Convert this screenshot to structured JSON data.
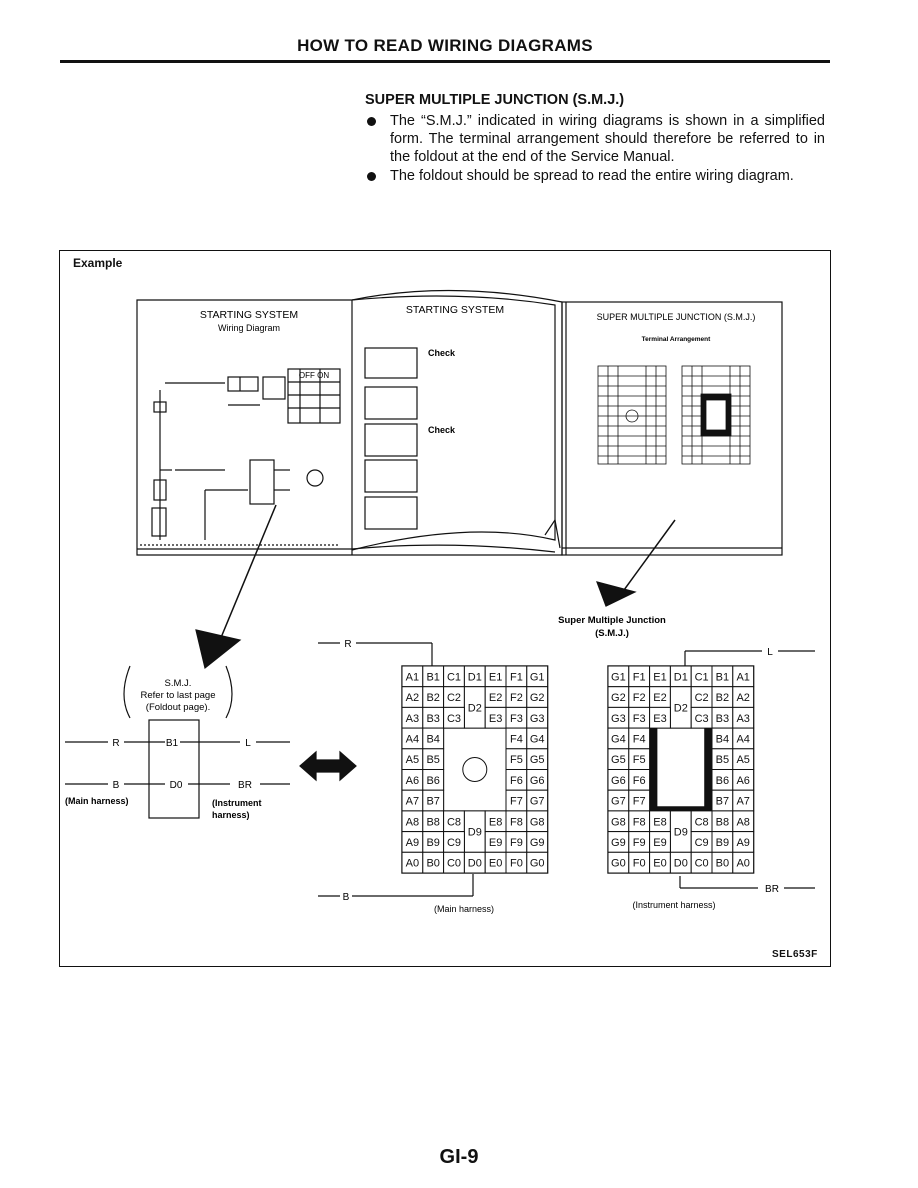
{
  "header": {
    "title": "HOW TO READ WIRING DIAGRAMS"
  },
  "section": {
    "title": "SUPER MULTIPLE JUNCTION (S.M.J.)",
    "bullets": [
      "The “S.M.J.” indicated in wiring diagrams is shown in a simplified form. The terminal arrangement should therefore be referred to in the foldout at the end of the Service Manual.",
      "The foldout should be spread to read the entire wiring diagram."
    ]
  },
  "example": {
    "label": "Example",
    "book": {
      "left_title": "STARTING SYSTEM",
      "left_subtitle": "Wiring Diagram",
      "center_title": "STARTING SYSTEM",
      "check_1": "Check",
      "check_2": "Check",
      "right_title": "SUPER MULTIPLE JUNCTION (S.M.J.)",
      "right_subtitle": "Terminal Arrangement",
      "switch_header": "OFF ON"
    },
    "smj_note": {
      "line1": "S.M.J.",
      "line2": "Refer to last page",
      "line3": "(Foldout page)."
    },
    "smj_box": {
      "b1": "B1",
      "d0": "D0",
      "r": "R",
      "b": "B",
      "l": "L",
      "br": "BR",
      "main_harness": "(Main harness)",
      "instrument_harness_1": "(Instrument",
      "instrument_harness_2": "harness)"
    },
    "smj_caption_1": "Super Multiple Junction",
    "smj_caption_2": "(S.M.J.)",
    "main_connector": {
      "rows": [
        [
          "A1",
          "B1",
          "C1",
          "D1",
          "E1",
          "F1",
          "G1"
        ],
        [
          "A2",
          "B2",
          "C2",
          "D2",
          "E2",
          "F2",
          "G2"
        ],
        [
          "A3",
          "B3",
          "C3",
          "",
          "E3",
          "F3",
          "G3"
        ],
        [
          "A4",
          "B4",
          "",
          "",
          "",
          "F4",
          "G4"
        ],
        [
          "A5",
          "B5",
          "",
          "",
          "",
          "F5",
          "G5"
        ],
        [
          "A6",
          "B6",
          "",
          "",
          "",
          "F6",
          "G6"
        ],
        [
          "A7",
          "B7",
          "",
          "",
          "",
          "F7",
          "G7"
        ],
        [
          "A8",
          "B8",
          "C8",
          "D9",
          "E8",
          "F8",
          "G8"
        ],
        [
          "A9",
          "B9",
          "C9",
          "",
          "E9",
          "F9",
          "G9"
        ],
        [
          "A0",
          "B0",
          "C0",
          "D0",
          "E0",
          "F0",
          "G0"
        ]
      ],
      "wire_r": "R",
      "wire_b": "B",
      "caption": "(Main harness)"
    },
    "instrument_connector": {
      "rows": [
        [
          "G1",
          "F1",
          "E1",
          "D1",
          "C1",
          "B1",
          "A1"
        ],
        [
          "G2",
          "F2",
          "E2",
          "D2",
          "C2",
          "B2",
          "A2"
        ],
        [
          "G3",
          "F3",
          "E3",
          "",
          "C3",
          "B3",
          "A3"
        ],
        [
          "G4",
          "F4",
          "",
          "",
          "",
          "B4",
          "A4"
        ],
        [
          "G5",
          "F5",
          "",
          "",
          "",
          "B5",
          "A5"
        ],
        [
          "G6",
          "F6",
          "",
          "",
          "",
          "B6",
          "A6"
        ],
        [
          "G7",
          "F7",
          "",
          "",
          "",
          "B7",
          "A7"
        ],
        [
          "G8",
          "F8",
          "E8",
          "D9",
          "C8",
          "B8",
          "A8"
        ],
        [
          "G9",
          "F9",
          "E9",
          "",
          "C9",
          "B9",
          "A9"
        ],
        [
          "G0",
          "F0",
          "E0",
          "D0",
          "C0",
          "B0",
          "A0"
        ]
      ],
      "wire_l": "L",
      "wire_br": "BR",
      "caption": "(Instrument harness)"
    },
    "figure_code": "SEL653F"
  },
  "page_number": "GI-9"
}
